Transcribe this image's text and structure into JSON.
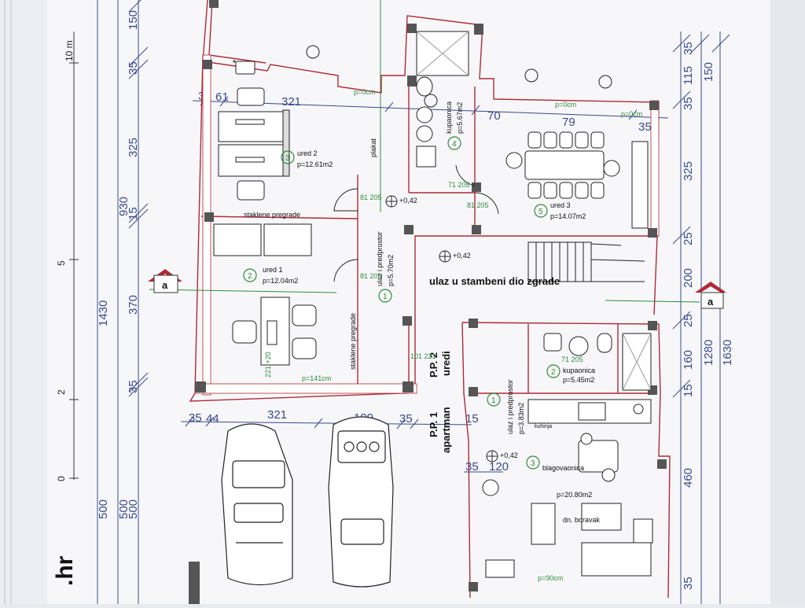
{
  "plan": {
    "site_mark": ".hr",
    "scale": {
      "m10": "10 m",
      "m5": "5",
      "m2": "2",
      "m0": "0"
    },
    "section_mark": "a",
    "dims_left_outer": [
      "1430",
      "500"
    ],
    "dims_left_mid": [
      "930",
      "500"
    ],
    "dims_left_inner": [
      "150",
      "35",
      "325",
      "15",
      "370",
      "35",
      "500"
    ],
    "dims_right_inner": [
      "35",
      "115",
      "35",
      "325",
      "25",
      "200",
      "25",
      "160",
      "15",
      "460",
      "35"
    ],
    "dims_right_mid": [
      "150",
      "1280"
    ],
    "dims_right_outer": [
      "1630"
    ],
    "dims_top": [
      "35",
      "61",
      "321",
      "70",
      "79",
      "35"
    ],
    "dims_garage": [
      "35",
      "44",
      "321",
      "199",
      "35",
      "15"
    ],
    "dims_apartment": [
      "35",
      "120"
    ],
    "rooms": [
      {
        "num": "3",
        "name": "ured 2",
        "area": "p=12.61m2"
      },
      {
        "num": "2",
        "name": "ured 1",
        "area": "p=12.04m2"
      },
      {
        "num": "5",
        "name": "ured 3",
        "area": "p=14.07m2"
      },
      {
        "num": "4",
        "name": "kupaonica",
        "area": "p=5.67m2"
      },
      {
        "num": "1",
        "name": "ulaz i predprostor",
        "area": "p=5.70m2"
      },
      {
        "num": "2",
        "name": "kupaonica",
        "area": "p=5.45m2"
      },
      {
        "num": "1",
        "name": "ulaz i predprostor",
        "area": "p=3.83m2"
      },
      {
        "num": "3",
        "name": "blagovaonica",
        "area": "p=20.80m2",
        "sub": "dn. boravak"
      }
    ],
    "partitions": [
      "staklene pregrade",
      "staklene pregrade"
    ],
    "entrance": "ulaz u stambeni dio zgrade",
    "kitchen": "kuhinja",
    "wardrobe": "plakat",
    "levels": [
      "+0,42",
      "+0,42",
      "+0,42"
    ],
    "floors": {
      "pp2": "P.P. 2",
      "pp2_use": "uredi",
      "pp1": "P.P. 1",
      "pp1_use": "apartman"
    },
    "openings": [
      "p=0cm",
      "p=0cm",
      "p=141cm",
      "p=90cm",
      "p=0cm"
    ],
    "door_tags": [
      "81\n205",
      "81\n205",
      "81\n205",
      "71\n205",
      "101\n221",
      "71\n205",
      "221\n+20"
    ]
  },
  "colors": {
    "wall": "#b02a36",
    "wall_fill": "#ffffff",
    "dimension": "#3a4a8a",
    "annotation": "#2f8a3c",
    "paper": "#f7f7f9"
  }
}
